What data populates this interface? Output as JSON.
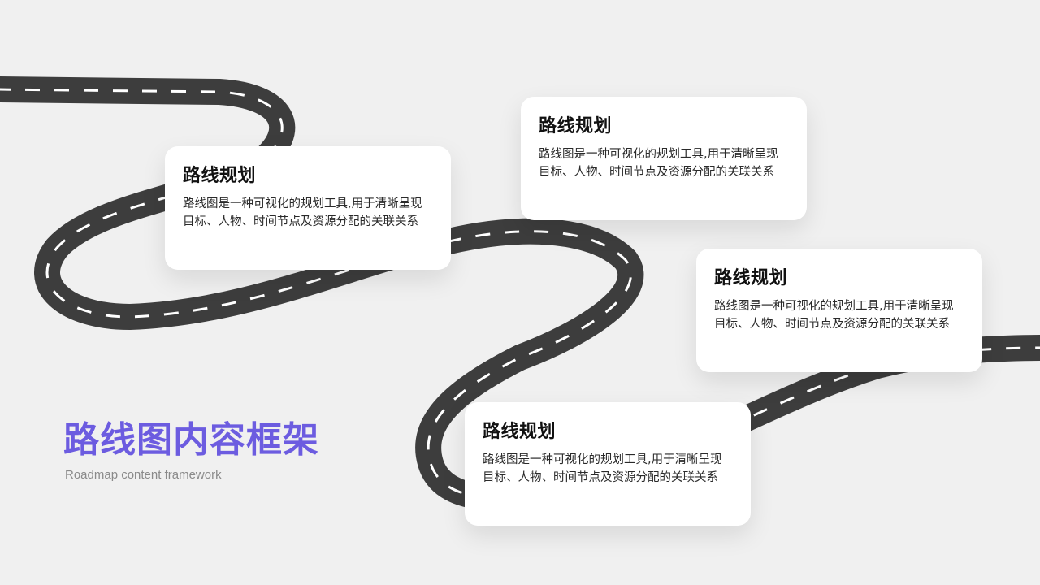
{
  "colors": {
    "background": "#f0f0f0",
    "road": "#3d3d3d",
    "road_marking": "#ffffff",
    "title_accent": "#6c5ce0",
    "card_bg": "#ffffff"
  },
  "heading": {
    "title": "路线图内容框架",
    "subtitle": "Roadmap content framework"
  },
  "cards": [
    {
      "title": "路线规划",
      "body": "路线图是一种可视化的规划工具,用于清晰呈现目标、人物、时间节点及资源分配的关联关系"
    },
    {
      "title": "路线规划",
      "body": "路线图是一种可视化的规划工具,用于清晰呈现目标、人物、时间节点及资源分配的关联关系"
    },
    {
      "title": "路线规划",
      "body": "路线图是一种可视化的规划工具,用于清晰呈现目标、人物、时间节点及资源分配的关联关系"
    },
    {
      "title": "路线规划",
      "body": "路线图是一种可视化的规划工具,用于清晰呈现目标、人物、时间节点及资源分配的关联关系"
    }
  ]
}
